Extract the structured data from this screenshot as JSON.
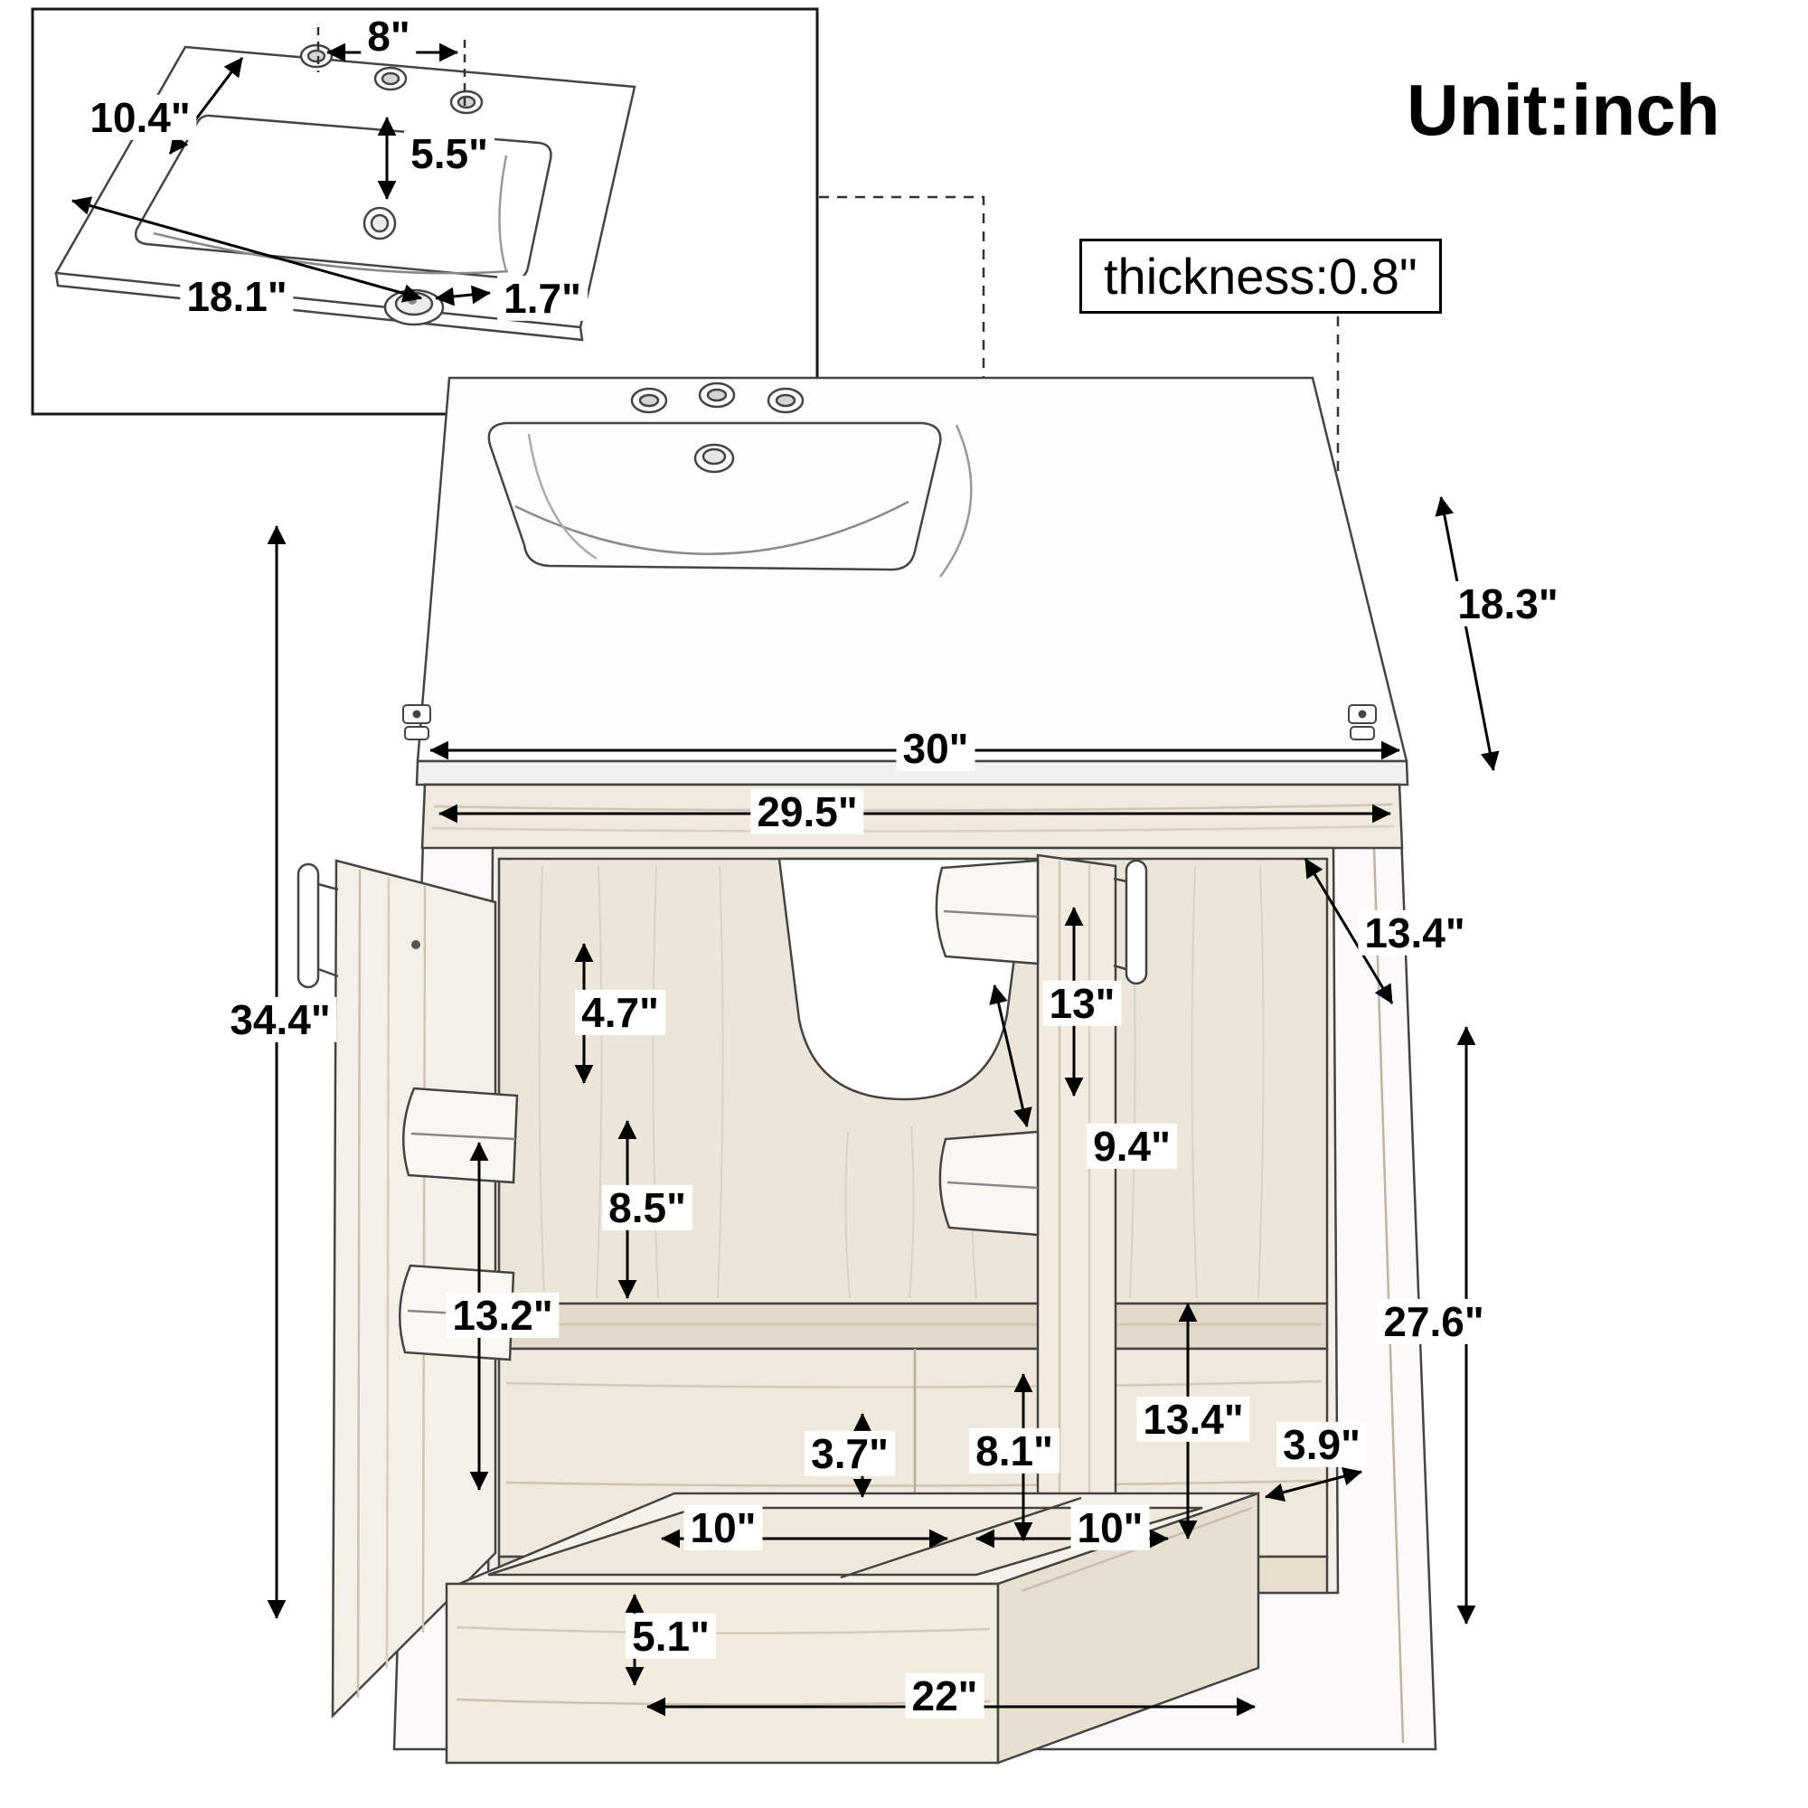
{
  "title": "Unit:inch",
  "callout": {
    "thickness": "thickness:0.8\""
  },
  "inset_dims": {
    "faucet_hole_spacing": "8\"",
    "basin_depth": "10.4\"",
    "center_offset": "5.5\"",
    "basin_width": "18.1\"",
    "drain_diameter": "1.7\""
  },
  "main_dims": {
    "top_depth": "18.3\"",
    "top_width": "30\"",
    "cabinet_width": "29.5\"",
    "side_depth": "13.4\"",
    "pipe_cutout_height": "13\"",
    "door_shelf_top_gap": "4.7\"",
    "overall_height": "34.4\"",
    "left_shelf_spacing": "8.5\"",
    "right_shelf_spacing": "9.4\"",
    "left_door_lower_height": "13.2\"",
    "door_height": "27.6\"",
    "divider_height": "3.7\"",
    "drawer_cavity_height": "8.1\"",
    "drawer_cavity_depth": "13.4\"",
    "door_shelf_depth": "3.9\"",
    "drawer_left_compartment": "10\"",
    "drawer_right_compartment": "10\"",
    "drawer_height": "5.1\"",
    "drawer_width": "22\""
  }
}
